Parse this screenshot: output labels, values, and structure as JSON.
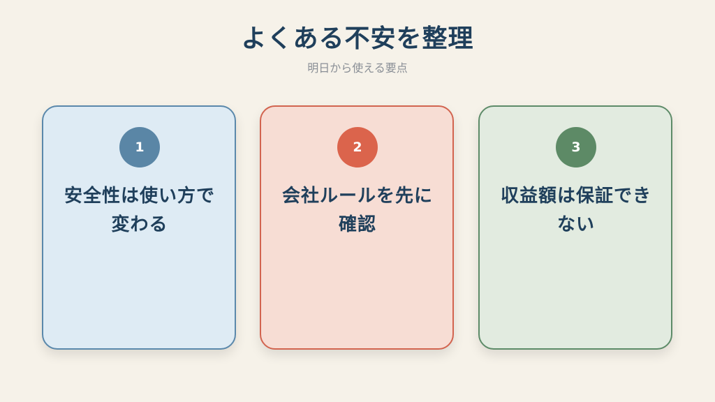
{
  "header": {
    "title": "よくある不安を整理",
    "subtitle": "明日から使える要点"
  },
  "cards": [
    {
      "number": "1",
      "text": "安全性は使い方で変わる",
      "border_color": "#5a88ab",
      "background": "#deebf4",
      "badge_color": "#5a86a6"
    },
    {
      "number": "2",
      "text": "会社ルールを先に確認",
      "border_color": "#d2644f",
      "background": "#f7ddd4",
      "badge_color": "#db644c"
    },
    {
      "number": "3",
      "text": "収益額は保証できない",
      "border_color": "#5d8b68",
      "background": "#e2ebe0",
      "badge_color": "#5d8a66"
    }
  ],
  "colors": {
    "page_background": "#f6f2e9",
    "title": "#1f3f5b",
    "subtitle": "#8a8f96"
  }
}
